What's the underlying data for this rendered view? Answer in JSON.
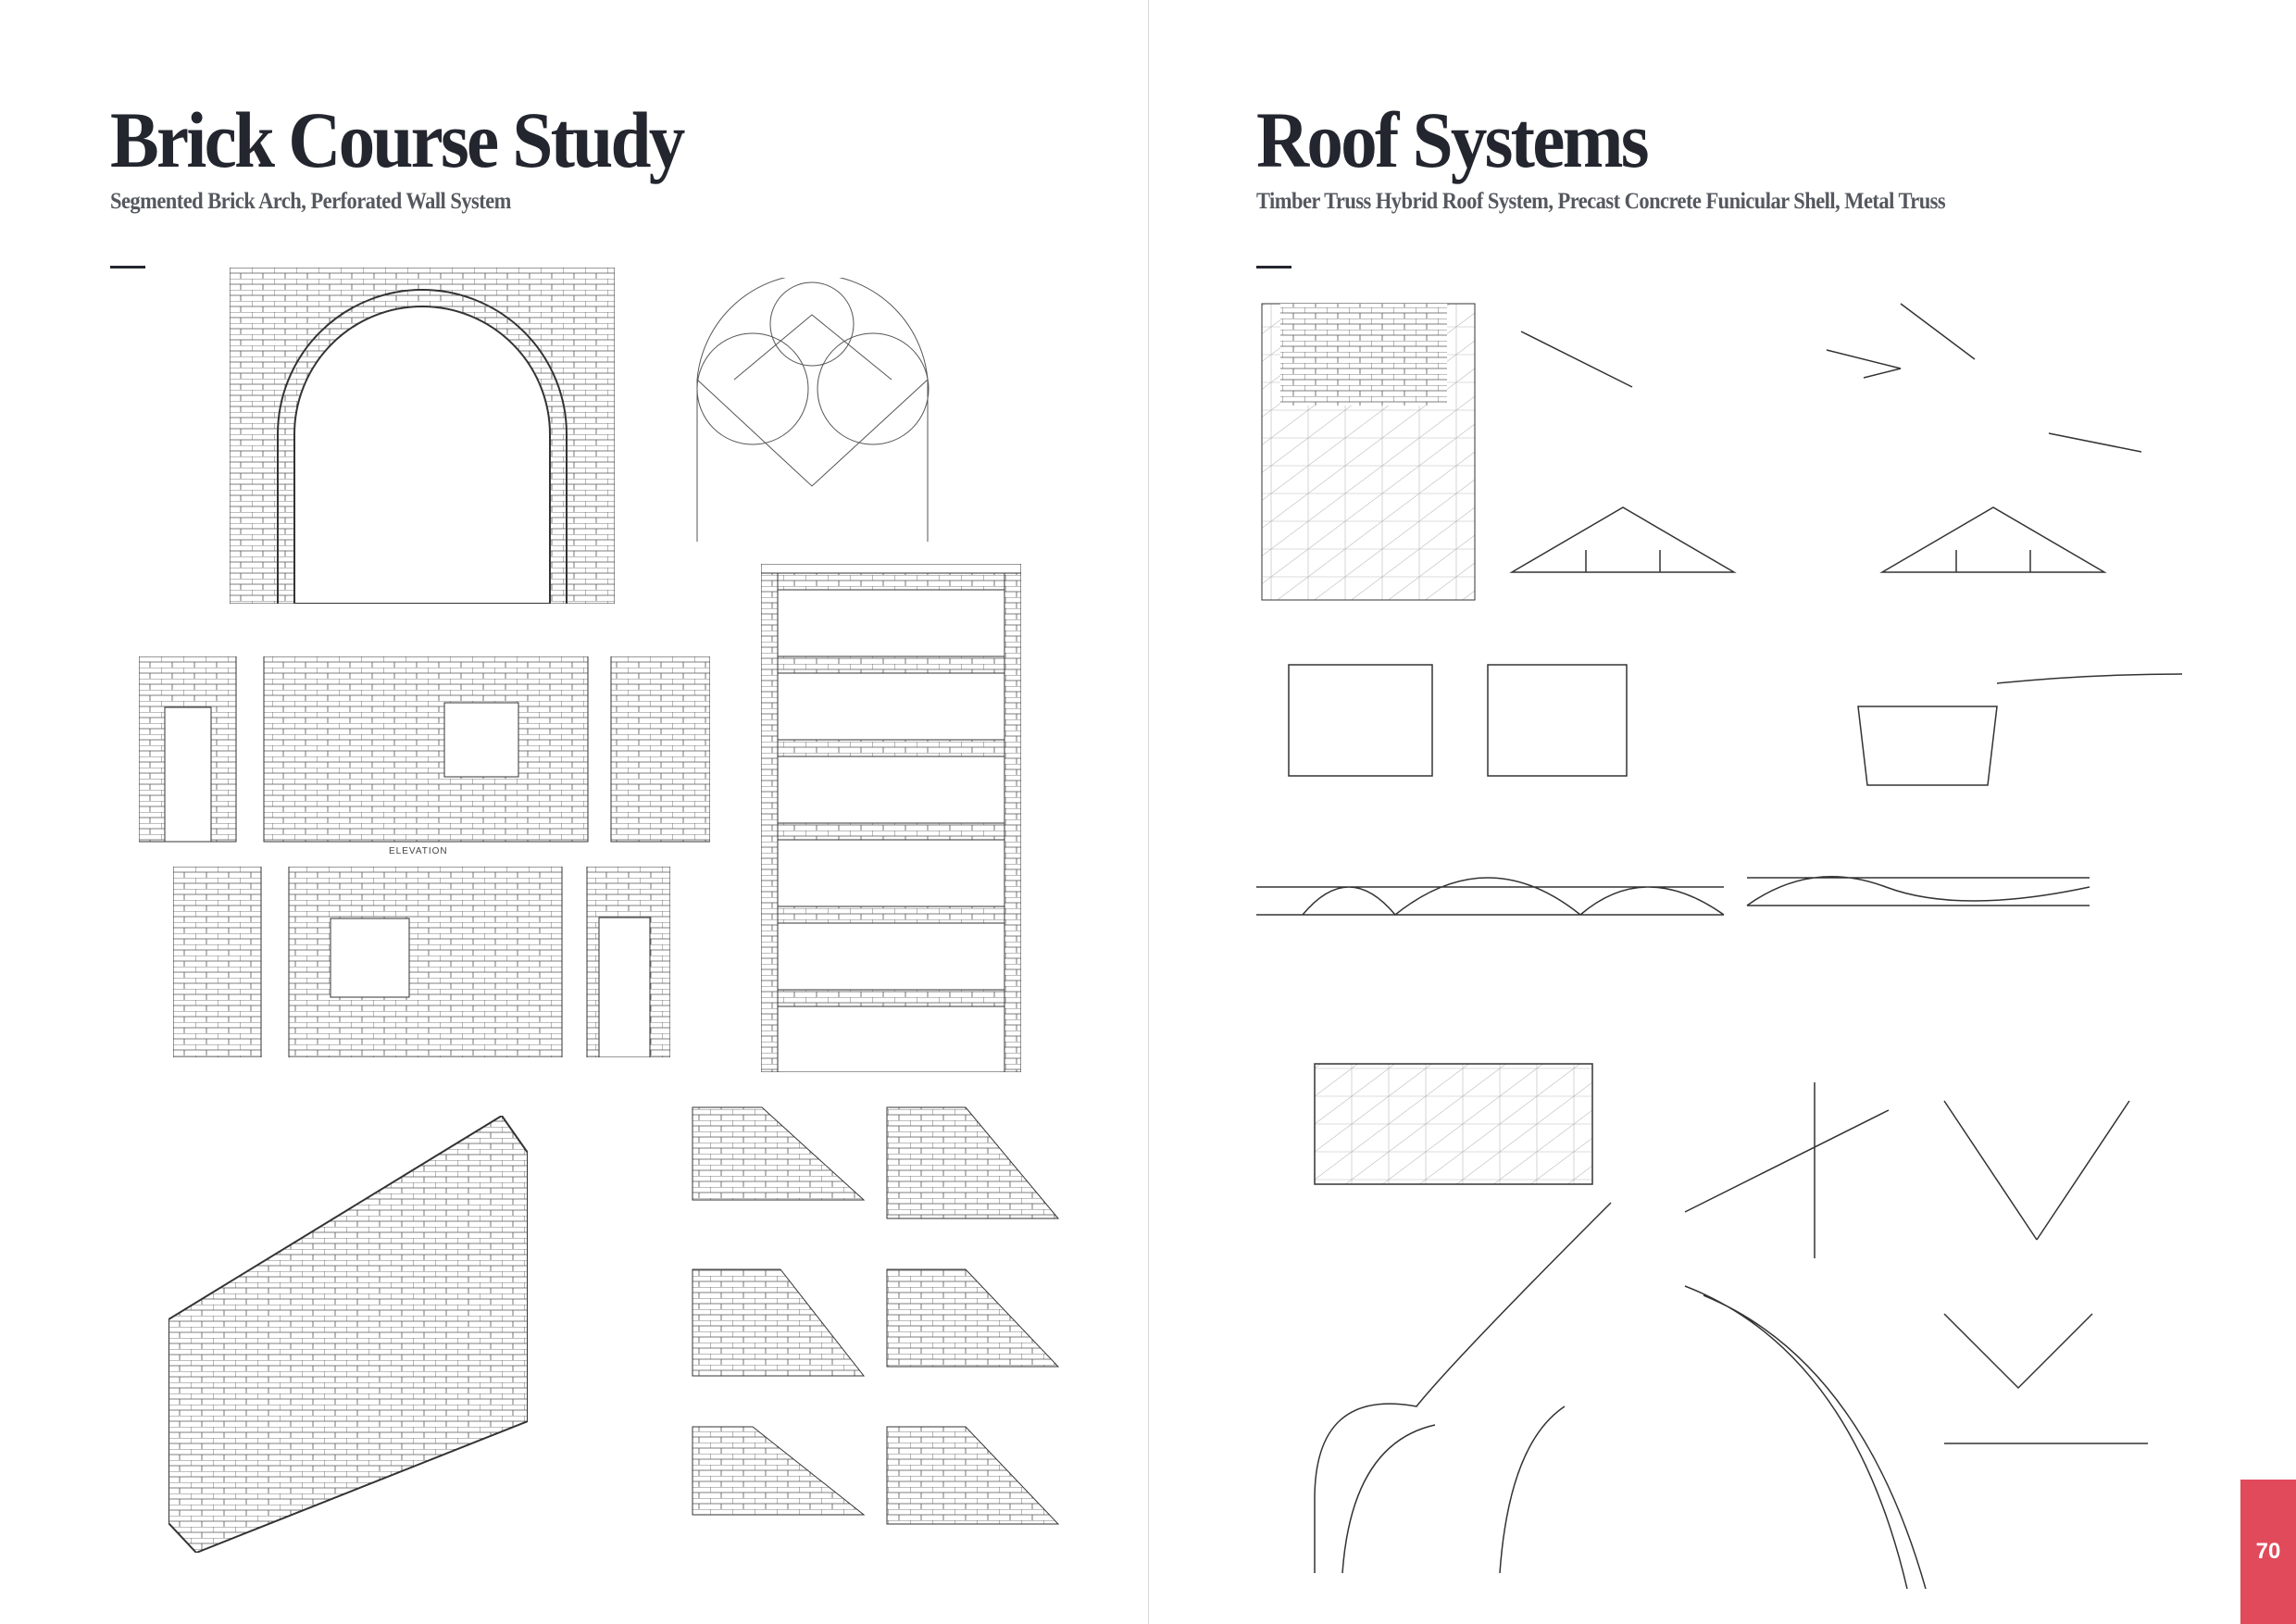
{
  "left_page": {
    "title": "Brick Course Study",
    "subtitle": "Segmented Brick Arch, Perforated Wall System",
    "drawing_labels": {
      "elevation": "ELEVATION"
    }
  },
  "right_page": {
    "title": "Roof Systems",
    "subtitle": "Timber Truss Hybrid Roof System,  Precast Concrete Funicular Shell, Metal Truss"
  },
  "page_number": "70",
  "colors": {
    "accent": "#e04a5a",
    "text": "#23262e",
    "subtitle": "#55585e"
  }
}
